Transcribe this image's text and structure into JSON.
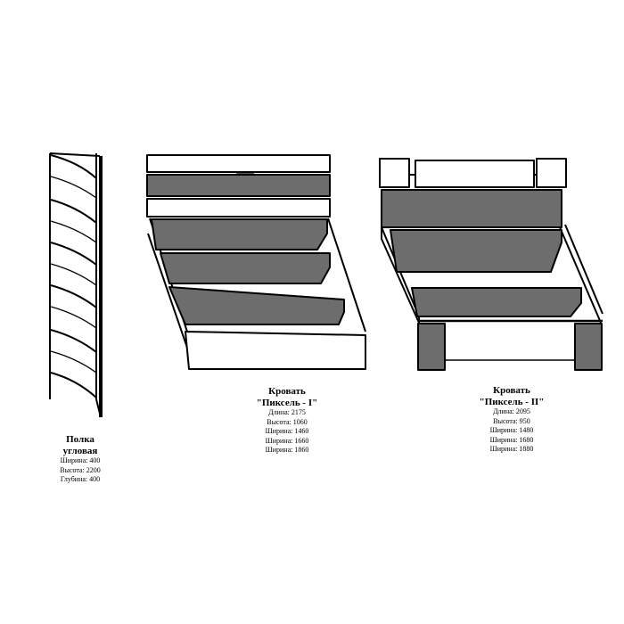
{
  "colors": {
    "panel_fill": "#6d6d6d",
    "line": "#000000",
    "background": "#ffffff"
  },
  "products": [
    {
      "id": "shelf",
      "name_lines": [
        "Полка",
        "угловая"
      ],
      "specs": [
        "Ширина: 400",
        "Высота: 2200",
        "Глубина: 400"
      ]
    },
    {
      "id": "bed1",
      "name_lines": [
        "Кровать",
        "\"Пиксель - I\""
      ],
      "specs": [
        "Длина: 2175",
        "Высота: 1060",
        "Ширина: 1460",
        "Ширина: 1660",
        "Ширина: 1860"
      ]
    },
    {
      "id": "bed2",
      "name_lines": [
        "Кровать",
        "\"Пиксель - II\""
      ],
      "specs": [
        "Длина: 2095",
        "Высота: 950",
        "Ширина: 1480",
        "Ширина: 1680",
        "Ширина: 1880"
      ]
    }
  ]
}
